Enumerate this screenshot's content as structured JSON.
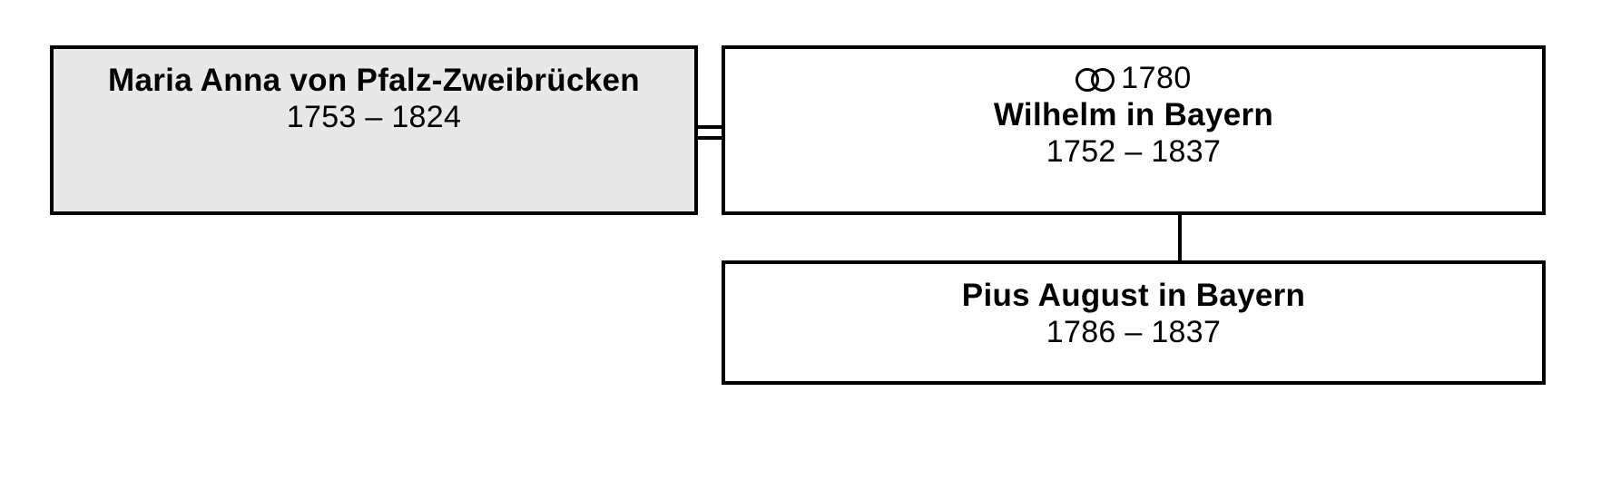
{
  "diagram": {
    "type": "genealogy-tree",
    "title": "",
    "colors": {
      "box_border": "#000000",
      "box_fill": "#ffffff",
      "highlight_fill": "#e8e8e8",
      "text": "#000000",
      "connector": "#000000"
    },
    "nodes": [
      {
        "id": "mother",
        "name": "Maria Anna von Pfalz-Zweibrücken",
        "dates": "1753 – 1824",
        "birth_year": 1753,
        "death_year": 1824,
        "shaded": true,
        "marriage_symbol": "",
        "marriage_year": ""
      },
      {
        "id": "father",
        "name": "Wilhelm in Bayern",
        "dates": "1752 – 1837",
        "birth_year": 1752,
        "death_year": 1837,
        "shaded": false,
        "marriage_symbol": "wedding-rings-icon",
        "marriage_year": "1780"
      },
      {
        "id": "child",
        "name": "Pius August in Bayern",
        "dates": "1786 – 1837",
        "birth_year": 1786,
        "death_year": 1837,
        "shaded": false,
        "marriage_symbol": "",
        "marriage_year": ""
      }
    ],
    "connectors": [
      {
        "id": "marriage-link",
        "kind": "double-horizontal",
        "from": "mother",
        "to": "father"
      },
      {
        "id": "descent-link",
        "kind": "vertical",
        "from": "father",
        "to": "child"
      }
    ]
  }
}
